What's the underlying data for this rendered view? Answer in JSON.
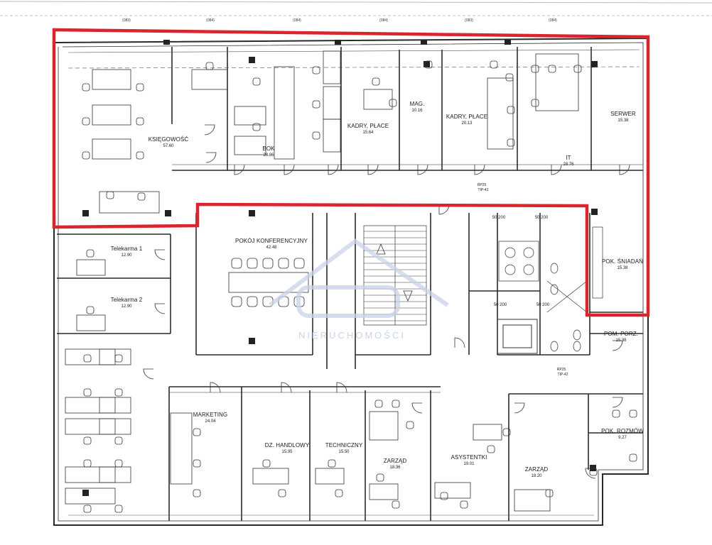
{
  "plan": {
    "highlight_color": "#d9262e",
    "wall_color": "#2a2a2a",
    "watermark_color": "#c9d4e8",
    "watermark_text": "NIERUCHOMOŚCI",
    "axis_labels": [
      "(083)",
      "(084)",
      "(084)",
      "(084)",
      "(083)",
      "(084)"
    ],
    "tags": {
      "rp25_top": "RP25",
      "tip_top": "TIP-42",
      "rp25_bottom": "RP25",
      "tip_bottom": "TIP-42"
    },
    "rooms": {
      "ksiegowosc": {
        "name": "KSIĘGOWOŚĆ",
        "area": "57.60"
      },
      "bok": {
        "name": "BOK",
        "area": "28.86"
      },
      "kadry1": {
        "name": "KADRY, PŁACE",
        "area": "15.64"
      },
      "mag": {
        "name": "MAG.",
        "area": "10.16"
      },
      "kadry2": {
        "name": "KADRY, PŁACE",
        "area": "20.13"
      },
      "it": {
        "name": "IT",
        "area": "28.76"
      },
      "serwer": {
        "name": "SERWER",
        "area": "15.38"
      },
      "konferencyjny": {
        "name": "POKÓJ KONFERENCYJNY",
        "area": "42.48"
      },
      "telekarma1": {
        "name": "Telekarma 1",
        "area": "12.90"
      },
      "telekarma2": {
        "name": "Telekarma 2",
        "area": "12.90"
      },
      "sniadan": {
        "name": "POK. ŚNIADAŃ",
        "area": "15.38"
      },
      "porz": {
        "name": "POM. PORZ.",
        "area": "15.38"
      },
      "rozmow": {
        "name": "POK. ROZMÓW",
        "area": "9.27"
      },
      "marketing": {
        "name": "MARKETING",
        "area": "24.04"
      },
      "handlowy": {
        "name": "DZ. HANDLOWY",
        "area": "15.95"
      },
      "techniczny": {
        "name": "TECHNICZNY",
        "area": "15.50"
      },
      "zarzad1": {
        "name": "ZARZĄD",
        "area": "18.36"
      },
      "asystentki": {
        "name": "ASYSTENTKI",
        "area": "19.01"
      },
      "zarzad2": {
        "name": "ZARZĄD",
        "area": "18.20"
      },
      "wc_a": {
        "name": "",
        "area": "50 200"
      },
      "wc_b": {
        "name": "",
        "area": "50 200"
      },
      "wc_c": {
        "name": "",
        "area": "50 200"
      },
      "wc_d": {
        "name": "",
        "area": "50 200"
      }
    }
  }
}
